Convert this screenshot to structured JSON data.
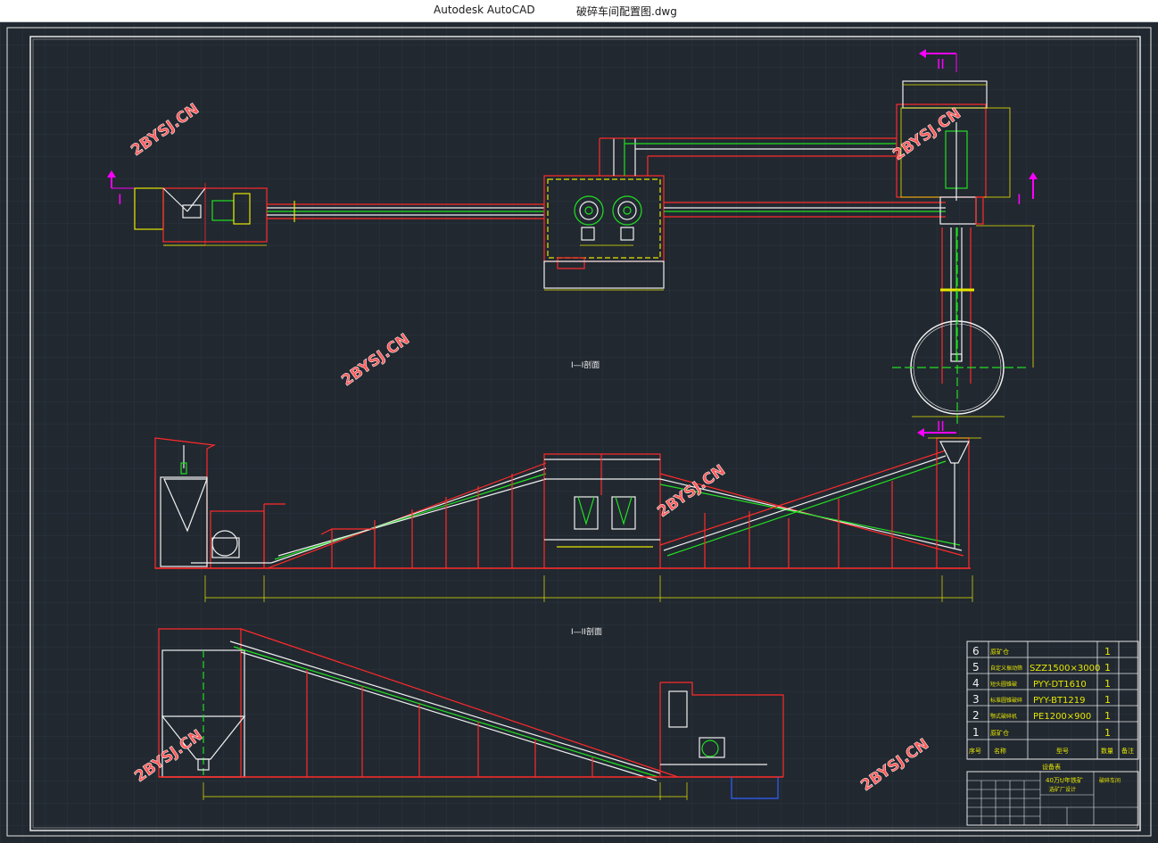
{
  "window": {
    "app_name": "Autodesk AutoCAD",
    "document_name": "破碎车间配置图.dwg"
  },
  "watermark": "2BYSJ.CN",
  "colors": {
    "background": "#212830",
    "grid": "#2c343e",
    "frame": "#e6e6e6",
    "red": "#ff2a2a",
    "yellow": "#e6e600",
    "green": "#22e022",
    "white": "#f0f0f0",
    "magenta": "#ff00ff",
    "blue": "#3060ff",
    "watermark": "#ff4040"
  },
  "section_marks": {
    "I_left": "I",
    "I_right": "I",
    "II_top": "II",
    "II_bottom": "II"
  },
  "section_titles": {
    "section_1": "I—I剖面",
    "section_2": "I—II剖面"
  },
  "equipment_table": {
    "rows": [
      {
        "no": "6",
        "name": "原矿仓",
        "model": "",
        "qty": "1"
      },
      {
        "no": "5",
        "name": "自定义振动筛",
        "model": "SZZ1500×3000",
        "qty": "1"
      },
      {
        "no": "4",
        "name": "短头圆锥破",
        "model": "PYY-DT1610",
        "qty": "1"
      },
      {
        "no": "3",
        "name": "标准圆锥破碎",
        "model": "PYY-BT1219",
        "qty": "1"
      },
      {
        "no": "2",
        "name": "颚式破碎机",
        "model": "PE1200×900",
        "qty": "1"
      },
      {
        "no": "1",
        "name": "原矿仓",
        "model": "",
        "qty": "1"
      }
    ],
    "header": {
      "no": "序号",
      "name": "名称",
      "model": "型号",
      "qty": "数量",
      "remark": "备注"
    },
    "caption": "设备表"
  },
  "title_block": {
    "project": "40万t/年铁矿",
    "subtitle": "选矿厂设计",
    "drawing": "破碎车间"
  }
}
